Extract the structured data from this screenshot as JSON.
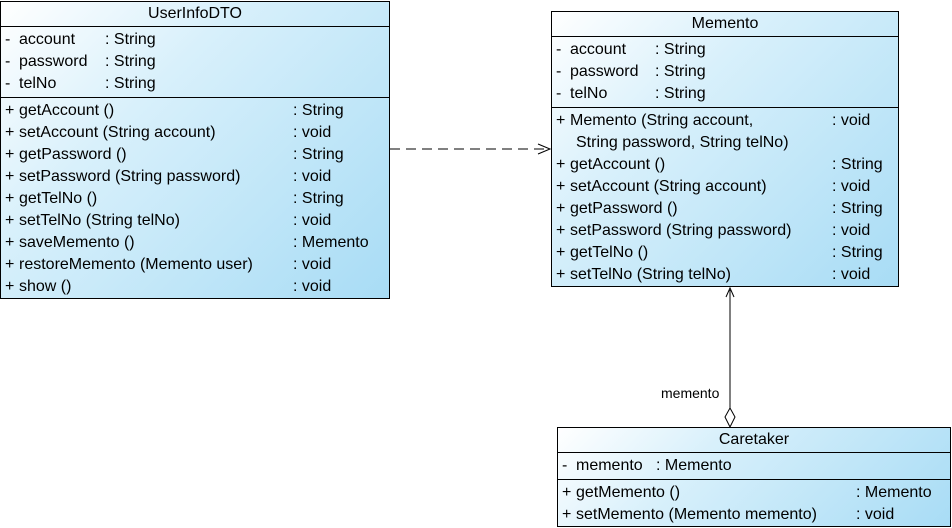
{
  "classes": {
    "userinfo": {
      "name": "UserInfoDTO",
      "attributes": [
        {
          "vis": "-",
          "name": "account",
          "type": ": String"
        },
        {
          "vis": "-",
          "name": "password",
          "type": ": String"
        },
        {
          "vis": "-",
          "name": "telNo",
          "type": ": String"
        }
      ],
      "operations": [
        {
          "vis": "+",
          "name": "getAccount ()",
          "type": ": String"
        },
        {
          "vis": "+",
          "name": "setAccount (String account)",
          "type": ": void"
        },
        {
          "vis": "+",
          "name": "getPassword ()",
          "type": ": String"
        },
        {
          "vis": "+",
          "name": "setPassword (String password)",
          "type": ": void"
        },
        {
          "vis": "+",
          "name": "getTelNo ()",
          "type": ": String"
        },
        {
          "vis": "+",
          "name": "setTelNo (String telNo)",
          "type": ": void"
        },
        {
          "vis": "+",
          "name": "saveMemento ()",
          "type": ": Memento"
        },
        {
          "vis": "+",
          "name": "restoreMemento (Memento user)",
          "type": ": void"
        },
        {
          "vis": "+",
          "name": "show ()",
          "type": ": void"
        }
      ]
    },
    "memento": {
      "name": "Memento",
      "attributes": [
        {
          "vis": "-",
          "name": "account",
          "type": ": String"
        },
        {
          "vis": "-",
          "name": "password",
          "type": ": String"
        },
        {
          "vis": "-",
          "name": "telNo",
          "type": ": String"
        }
      ],
      "operations": [
        {
          "vis": "+",
          "name": "Memento (String account,",
          "name2": "String password, String telNo)",
          "type": ": void"
        },
        {
          "vis": "+",
          "name": "getAccount ()",
          "type": ": String"
        },
        {
          "vis": "+",
          "name": "setAccount (String account)",
          "type": ": void"
        },
        {
          "vis": "+",
          "name": "getPassword ()",
          "type": ": String"
        },
        {
          "vis": "+",
          "name": "setPassword (String password)",
          "type": ": void"
        },
        {
          "vis": "+",
          "name": "getTelNo ()",
          "type": ": String"
        },
        {
          "vis": "+",
          "name": "setTelNo (String telNo)",
          "type": ": void"
        }
      ]
    },
    "caretaker": {
      "name": "Caretaker",
      "attributes": [
        {
          "vis": "-",
          "name": "memento",
          "type": ": Memento"
        }
      ],
      "operations": [
        {
          "vis": "+",
          "name": "getMemento ()",
          "type": ": Memento"
        },
        {
          "vis": "+",
          "name": "setMemento (Memento memento)",
          "type": ": void"
        }
      ]
    }
  },
  "relations": {
    "aggregation_role": "memento"
  }
}
